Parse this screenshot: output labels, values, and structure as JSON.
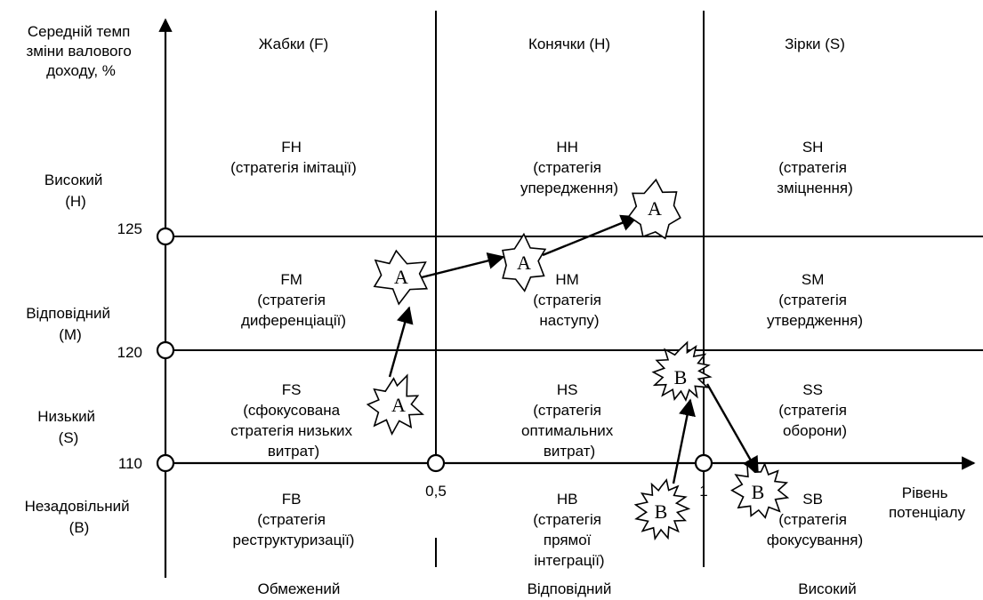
{
  "y_axis": {
    "title_lines": [
      "Середній темп",
      "зміни валового",
      "доходу, %"
    ],
    "levels": [
      {
        "lines": [
          "Високий",
          "(H)"
        ]
      },
      {
        "lines": [
          "Відповідний",
          "(M)"
        ]
      },
      {
        "lines": [
          "Низький",
          "(S)"
        ]
      },
      {
        "lines": [
          "Незадовільний",
          "(B)"
        ]
      }
    ],
    "ticks": [
      "125",
      "120",
      "110"
    ]
  },
  "x_axis": {
    "title_lines": [
      "Рівень",
      "потенціалу"
    ],
    "ticks": [
      "0,5",
      "1"
    ],
    "levels": [
      "Обмежений",
      "Відповідний",
      "Високий"
    ]
  },
  "column_headers": [
    "Жабки (F)",
    "Конячки (H)",
    "Зірки (S)"
  ],
  "cells": {
    "FH": [
      "FH",
      "(стратегія імітації)"
    ],
    "HH": [
      "HH",
      "(стратегія",
      "упередження)"
    ],
    "SH": [
      "SH",
      "(стратегія",
      "зміцнення)"
    ],
    "FM": [
      "FM",
      "(стратегія",
      "диференціації)"
    ],
    "HM": [
      "HM",
      "(стратегія",
      "наступу)"
    ],
    "SM": [
      "SM",
      "(стратегія",
      "утвердження)"
    ],
    "FS": [
      "FS",
      "(сфокусована",
      "стратегія низьких",
      "витрат)"
    ],
    "HS": [
      "HS",
      "(стратегія",
      "оптимальних",
      "витрат)"
    ],
    "SS": [
      "SS",
      "(стратегія",
      "оборони)"
    ],
    "FB": [
      "FB",
      "(стратегія",
      "реструктуризації)"
    ],
    "HB": [
      "HB",
      "(стратегія",
      "прямої",
      "інтеграції)"
    ],
    "SB": [
      "SB",
      "(стратегія",
      "фокусування)"
    ]
  },
  "markers": {
    "A": "A",
    "B": "B"
  }
}
